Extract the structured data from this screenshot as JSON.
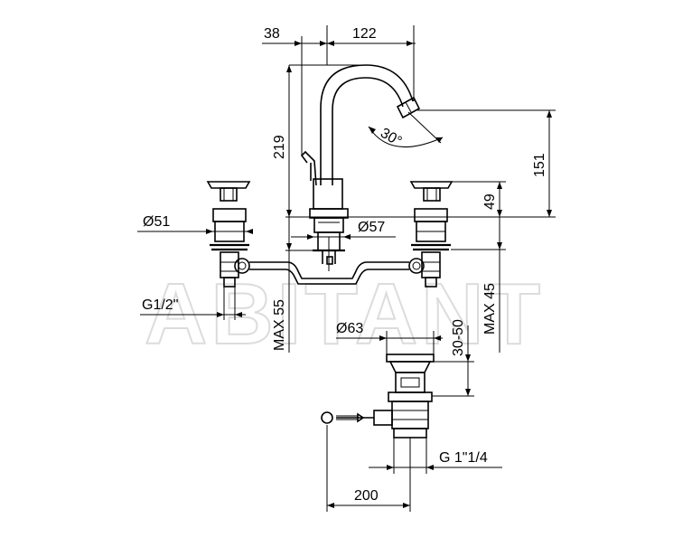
{
  "dimensions": {
    "d38": "38",
    "d122": "122",
    "d219": "219",
    "d151": "151",
    "d49": "49",
    "angle": "30°",
    "dia51": "Ø51",
    "dia57": "Ø57",
    "dia63": "Ø63",
    "g12": "G1/2\"",
    "max55": "MAX 55",
    "max45": "MAX 45",
    "r3050": "30-50",
    "g114": "G 1\"1/4",
    "d200": "200"
  },
  "watermark": "ABITANT",
  "colors": {
    "line": "#000000",
    "watermark": "#dcdcdc",
    "background": "#ffffff"
  }
}
